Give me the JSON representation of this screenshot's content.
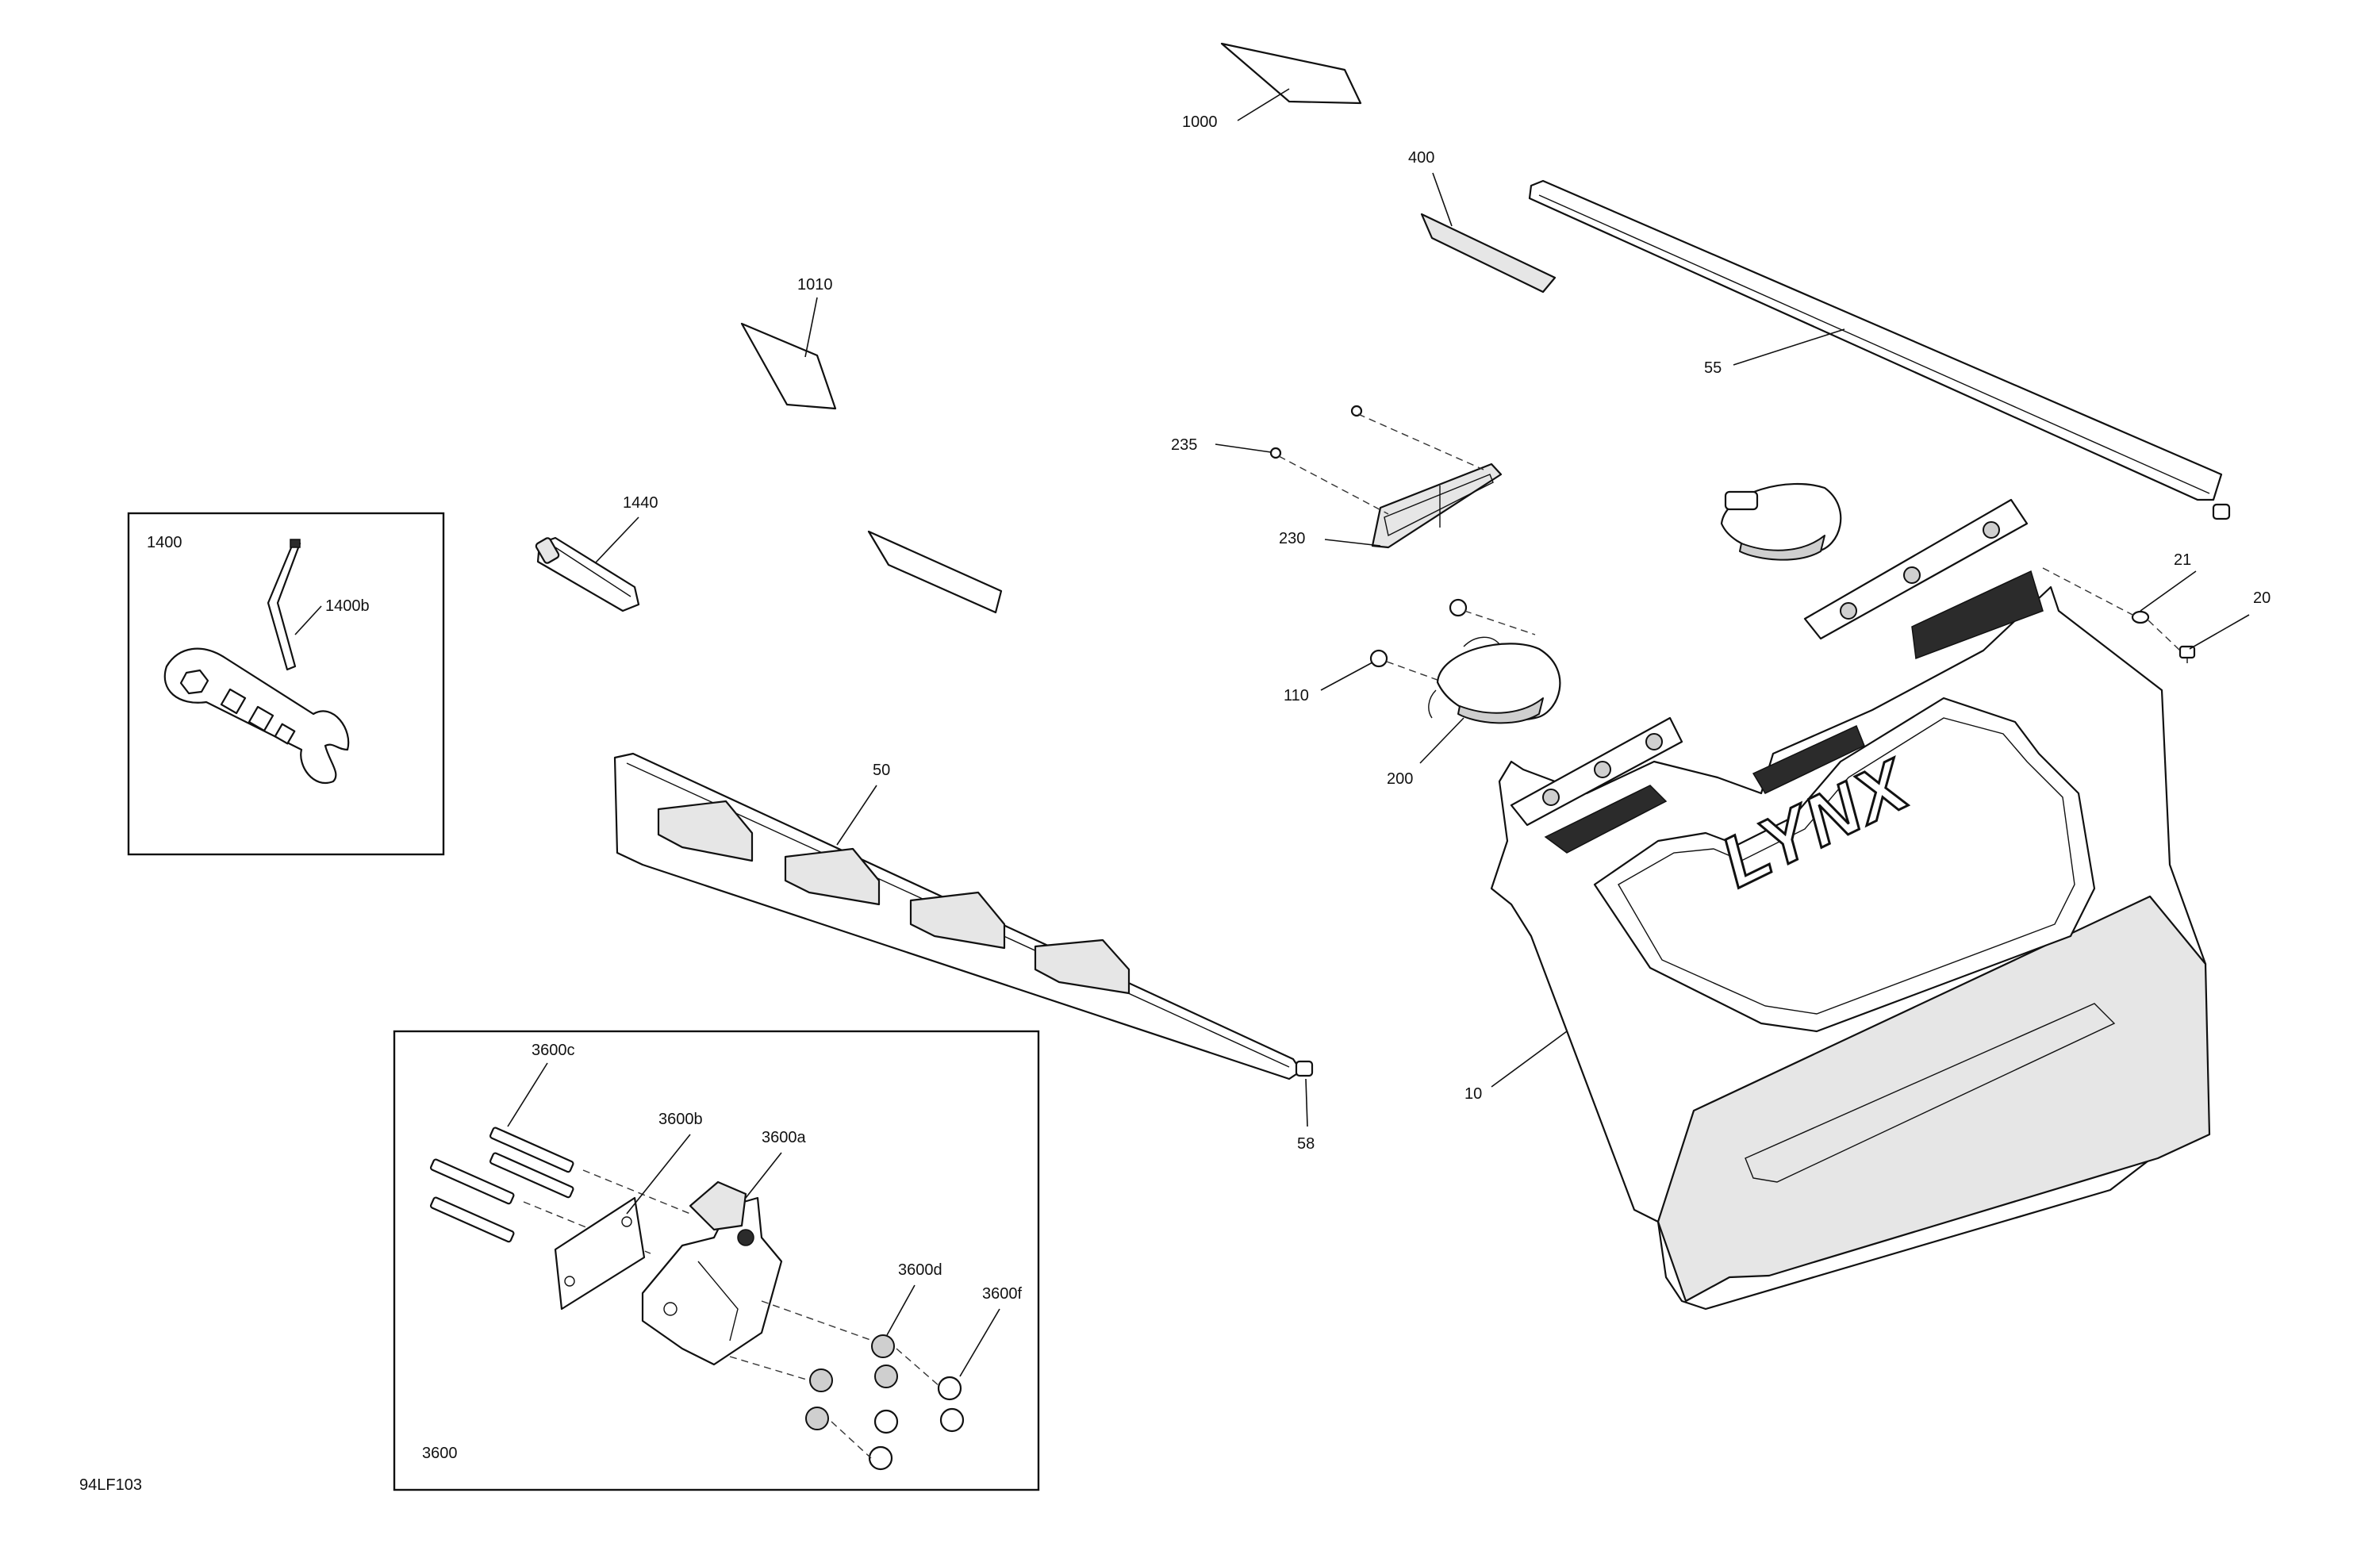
{
  "diagram_id": "94LF103",
  "callouts": {
    "c1000": "1000",
    "c400": "400",
    "c1010": "1010",
    "c55": "55",
    "c235": "235",
    "c230": "230",
    "c1440": "1440",
    "c1400": "1400",
    "c1400b": "1400b",
    "c110": "110",
    "c200": "200",
    "c21": "21",
    "c20": "20",
    "c50": "50",
    "c10": "10",
    "c58": "58",
    "c3600c": "3600c",
    "c3600b": "3600b",
    "c3600a": "3600a",
    "c3600d": "3600d",
    "c3600f": "3600f",
    "c3600": "3600"
  },
  "logo_text": "LYNX"
}
